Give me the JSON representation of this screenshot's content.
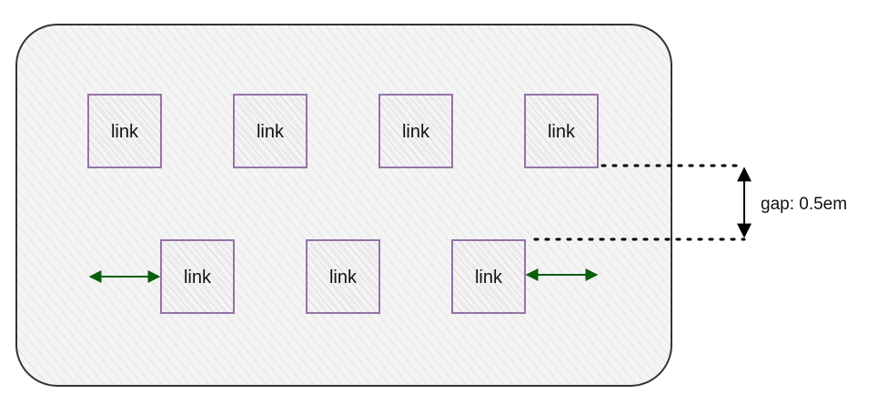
{
  "colors": {
    "container_stroke": "#333333",
    "container_fill": "#f4f4f4",
    "hatch": "#dcdcdc",
    "link_stroke": "#9673a6",
    "link_hatch": "#d6c6dd",
    "green_arrow": "#0b5e0b",
    "black_arrow": "#000000"
  },
  "diagram": {
    "links": [
      {
        "label": "link"
      },
      {
        "label": "link"
      },
      {
        "label": "link"
      },
      {
        "label": "link"
      },
      {
        "label": "link"
      },
      {
        "label": "link"
      },
      {
        "label": "link"
      }
    ],
    "gap_label": "gap: 0.5em"
  }
}
